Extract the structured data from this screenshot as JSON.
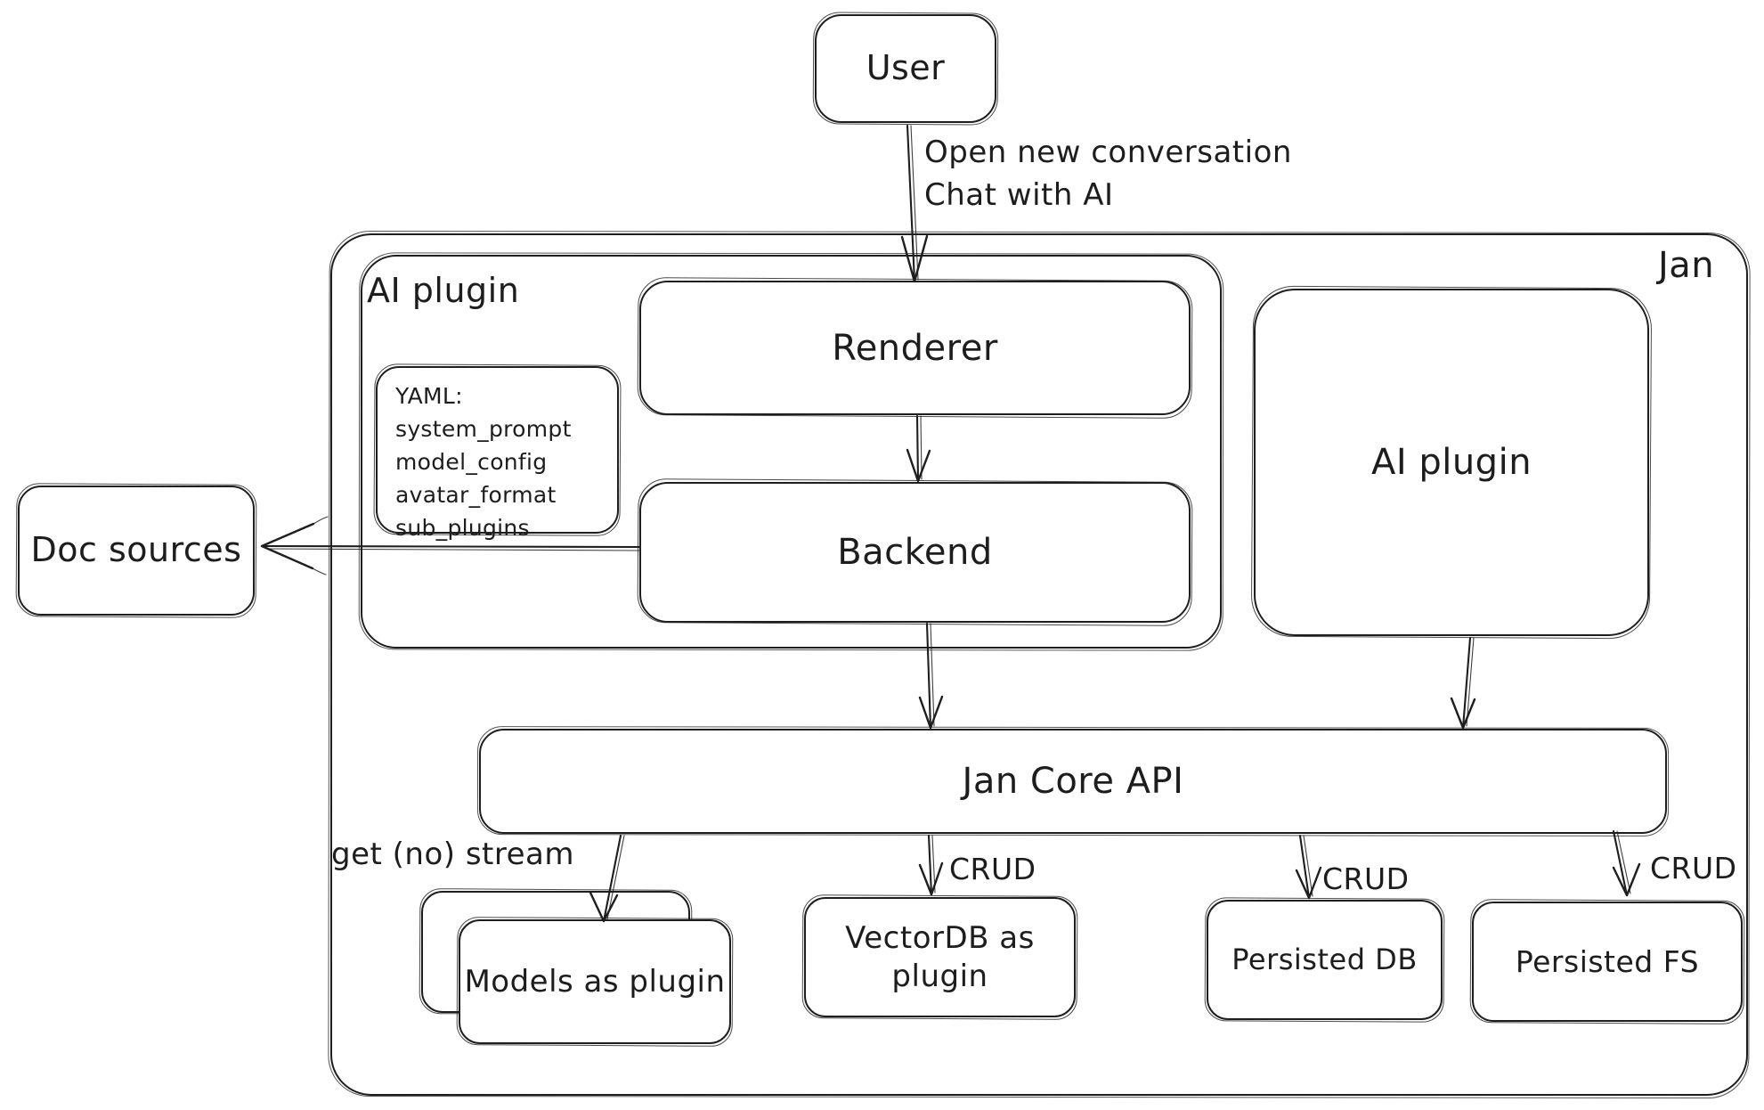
{
  "diagram": {
    "outer_label": "Jan",
    "colors": {
      "stroke": "#1e1e1e",
      "text": "#1d1d1d",
      "background": "#ffffff"
    },
    "nodes": {
      "user": "User",
      "ai_plugin_group": "AI plugin",
      "renderer": "Renderer",
      "backend": "Backend",
      "yaml_note": "YAML:\nsystem_prompt\nmodel_config\navatar_format\nsub_plugins",
      "ai_plugin_right": "AI plugin",
      "doc_sources": "Doc sources",
      "jan_core_api": "Jan Core API",
      "models_as_plugin": "Models as plugin",
      "vectordb_as_plugin": "VectorDB as plugin",
      "persisted_db": "Persisted DB",
      "persisted_fs": "Persisted FS"
    },
    "edge_labels": {
      "user_flow": "Open new conversation\nChat with AI",
      "models_flow": "get (no) stream",
      "vectordb_flow": "CRUD",
      "persisted_db_flow": "CRUD",
      "persisted_fs_flow": "CRUD"
    }
  }
}
